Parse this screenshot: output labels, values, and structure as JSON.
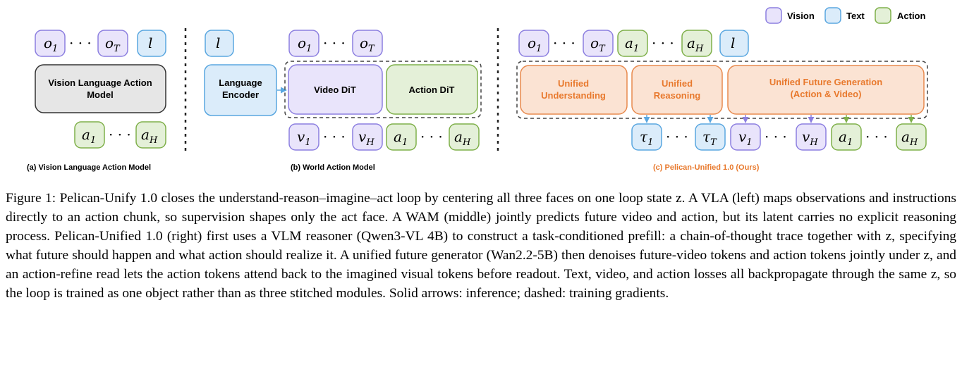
{
  "legend": {
    "vision": "Vision",
    "text": "Text",
    "action": "Action"
  },
  "colors": {
    "vision_fill": "#e9e4fb",
    "vision_stroke": "#8c7fe0",
    "text_fill": "#dbecfa",
    "text_stroke": "#5aa7e0",
    "action_fill": "#e4f0d8",
    "action_stroke": "#7fb04a",
    "gray_fill": "#e6e6e6",
    "unified_fill": "#fbe3d3",
    "unified_stroke": "#e88a4e",
    "unified_text": "#e8792d"
  },
  "panel_a": {
    "tokens_in": [
      "o",
      "1",
      "o",
      "T",
      "l"
    ],
    "model_line1": "Vision Language Action",
    "model_line2": "Model",
    "tokens_out": [
      "a",
      "1",
      "a",
      "H"
    ],
    "caption": "(a) Vision Language Action  Model"
  },
  "panel_b": {
    "token_l": "l",
    "tokens_obs": [
      "o",
      "1",
      "o",
      "T"
    ],
    "encoder_line1": "Language",
    "encoder_line2": "Encoder",
    "video_dit": "Video DiT",
    "action_dit": "Action DiT",
    "tokens_out": [
      "v",
      "1",
      "v",
      "H",
      "a",
      "1",
      "a",
      "H"
    ],
    "caption": "(b) World Action Model"
  },
  "panel_c": {
    "tokens_in": [
      "o",
      "1",
      "o",
      "T",
      "a",
      "1",
      "a",
      "H",
      "l"
    ],
    "understanding_line1": "Unified",
    "understanding_line2": "Understanding",
    "reasoning_line1": "Unified",
    "reasoning_line2": "Reasoning",
    "future_line1": "Unified Future Generation",
    "future_line2": "(Action & Video)",
    "tokens_out": [
      "τ",
      "1",
      "τ",
      "T",
      "v",
      "1",
      "v",
      "H",
      "a",
      "1",
      "a",
      "H"
    ],
    "caption": "(c) Pelican-Unified 1.0 (Ours)"
  },
  "caption": {
    "figure_label": "Figure 1:",
    "text": "Pelican-Unify 1.0 closes the understand-reason–imagine–act loop by centering all three faces on one loop state z. A VLA (left) maps observations and instructions directly to an action chunk, so supervision shapes only the act face. A WAM (middle) jointly predicts future video and action, but its latent carries no explicit reasoning process. Pelican-Unified 1.0 (right) first uses a VLM reasoner (Qwen3-VL 4B) to construct a task-conditioned prefill: a chain-of-thought trace together with z, specifying what future should happen and what action should realize it. A unified future generator (Wan2.2-5B) then denoises future-video tokens and action tokens jointly under z, and an action-refine read lets the action tokens attend back to the imagined visual tokens before readout. Text, video, and action losses all backpropagate through the same z, so the loop is trained as one object rather than as three stitched modules. Solid arrows: inference; dashed: training gradients."
  }
}
